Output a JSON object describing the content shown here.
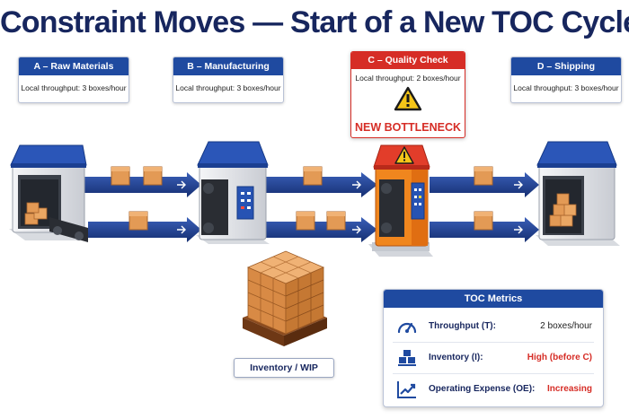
{
  "title": "Constraint Moves — Start of a New TOC Cycle",
  "stages": [
    {
      "label": "A – Raw Materials",
      "throughput": "Local throughput: 3 boxes/hour"
    },
    {
      "label": "B – Manufacturing",
      "throughput": "Local throughput: 3 boxes/hour"
    },
    {
      "label": "C – Quality Check",
      "throughput": "Local throughput: 2 boxes/hour",
      "badge": "NEW BOTTLENECK"
    },
    {
      "label": "D – Shipping",
      "throughput": "Local throughput: 3 boxes/hour"
    }
  ],
  "wip_label": "Inventory / WIP",
  "metrics": {
    "title": "TOC Metrics",
    "rows": [
      {
        "icon": "gauge-icon",
        "label": "Throughput (T):",
        "value": "2 boxes/hour"
      },
      {
        "icon": "boxes-icon",
        "label": "Inventory (I):",
        "value": "High (before C)"
      },
      {
        "icon": "trend-icon",
        "label": "Operating Expense (OE):",
        "value": "Increasing"
      }
    ]
  },
  "colors": {
    "navy": "#17265e",
    "blue": "#1f4aa0",
    "red": "#d62d26",
    "orange": "#f0861e",
    "box": "#e39a55",
    "warning": "#f5c518"
  }
}
